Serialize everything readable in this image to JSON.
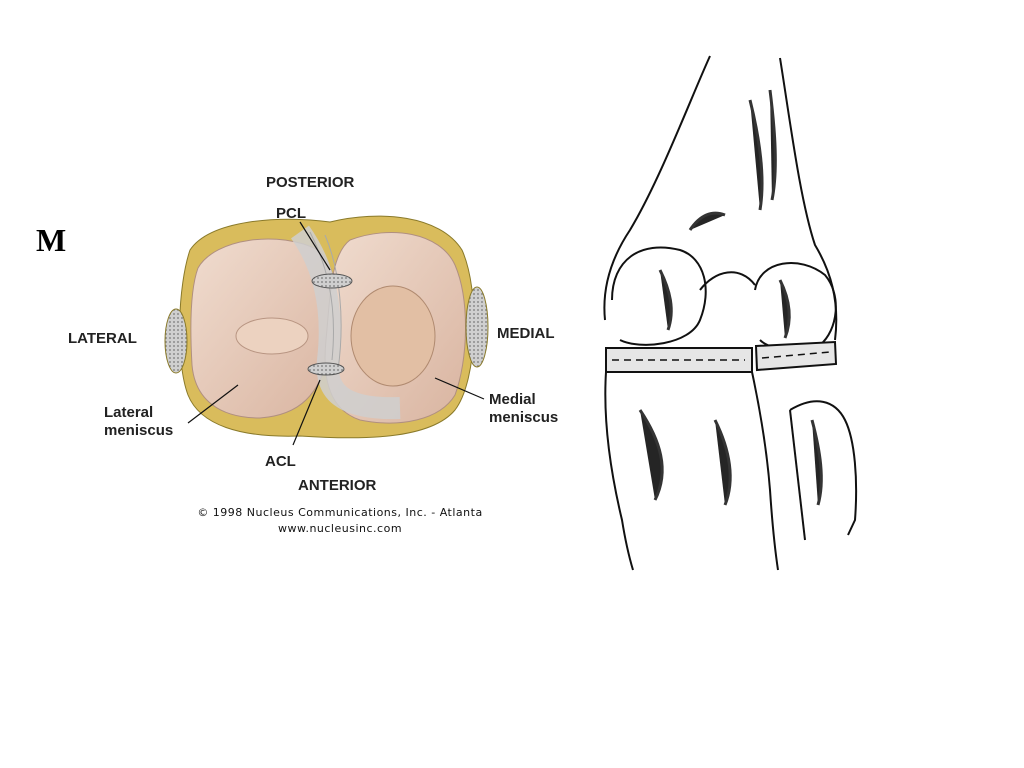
{
  "slide": {
    "letter": "M"
  },
  "diagram": {
    "labels": {
      "posterior": "POSTERIOR",
      "pcl": "PCL",
      "lateral": "LATERAL",
      "medial": "MEDIAL",
      "lateral_meniscus": "Lateral meniscus",
      "medial_meniscus": "Medial meniscus",
      "acl": "ACL",
      "anterior": "ANTERIOR"
    },
    "copyright": {
      "line1": "© 1998 Nucleus Communications, Inc. - Atlanta",
      "line2": "www.nucleusinc.com"
    }
  },
  "colors": {
    "meniscus": "#e8c9b8",
    "tibial_plateau": "#e7c4ac",
    "bone_rim": "#d9bc5c",
    "ligament": "#d9d9d9",
    "line": "#111111"
  }
}
